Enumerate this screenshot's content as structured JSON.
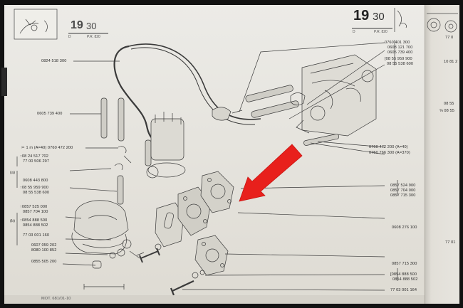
{
  "header_left": {
    "page_number_major": "19",
    "page_number_minor": "30",
    "code_letter": "D",
    "pr_code": "P.R. 820"
  },
  "header_right": {
    "page_number_major": "19",
    "page_number_minor": "30",
    "code_letter": "D",
    "pr_code": "P.R. 820"
  },
  "labels_left": {
    "cable_top": "0824 518 300",
    "sleeve": "0605 739 400",
    "clip_line": "1 m (A=40) 0760 472 200",
    "bracket_a": "↑08 24 517 702",
    "bracket_b": "77 00 506 297",
    "group_a_tag": "(a)",
    "group_a_1": "0608 443 800",
    "group_a_2": "↑08 55 959 900",
    "group_a_3": "08 55 538 600",
    "group_b_1": "↑0857 525 000",
    "group_b_2": "0857 704 100",
    "group_b_tag": "(b)",
    "group_b_3": "↑0854 888 500",
    "group_b_4": "0854 888 502",
    "group_b_5": "77 03 001 160",
    "washer_1": "0607 059 202",
    "washer_2": "8080 100 852",
    "plug": "0855 505 200",
    "footer": "MOT. 681/01-10"
  },
  "labels_right": {
    "r1": "0760 401 300",
    "r2": "0608 121 700",
    "r3": "0605 739 400",
    "r4": "08 55 959 900",
    "r5": "08 55 538 600",
    "r6": "0760 472 200 (A=40)",
    "r7": "0750 766 300 (A=370)",
    "r8": "0857 524 900",
    "r9": "0857 704 000",
    "r10": "0857 715 300",
    "r11": "0608 276 100",
    "r12": "0857 715 300",
    "r13": "0854 888 500",
    "r14": "0854 888 502",
    "r15": "77 03 001 164"
  },
  "labels_next_page": {
    "n1": "77 0",
    "n2": "10 81 2",
    "n3": "08 55",
    "n4": "08 55",
    "n5": "77 01"
  },
  "colors": {
    "arrow": "#e8201c",
    "paper": "#e8e6e1",
    "ink": "#2b2b2b"
  }
}
